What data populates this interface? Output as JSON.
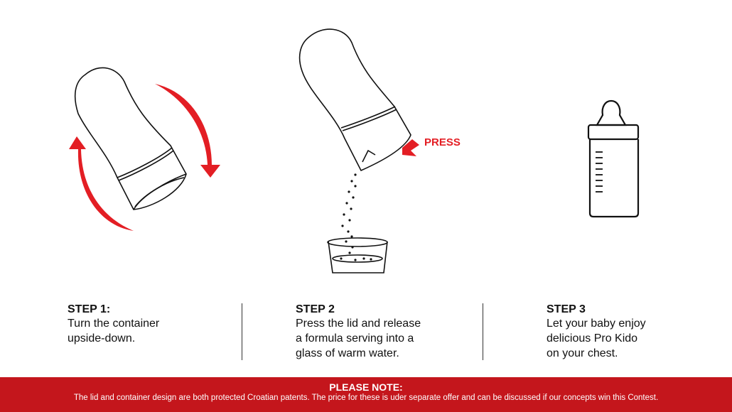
{
  "illustrations": {
    "press_label": "PRESS"
  },
  "steps": [
    {
      "title": "STEP 1:",
      "text_lines": [
        "Turn the container",
        "upside-down."
      ]
    },
    {
      "title": "STEP 2",
      "text_lines": [
        "Press the lid and release",
        "a formula serving into a",
        "glass of warm water."
      ]
    },
    {
      "title": "STEP 3",
      "text_lines": [
        "Let your baby enjoy",
        "delicious Pro Kido",
        "on your chest."
      ]
    }
  ],
  "note": {
    "title": "PLEASE NOTE:",
    "text": "The lid and container design are both protected Croatian patents. The price for these is uder separate offer and can be discussed if our concepts win this Contest."
  },
  "colors": {
    "accent": "#e31e24",
    "banner": "#c4161c"
  }
}
